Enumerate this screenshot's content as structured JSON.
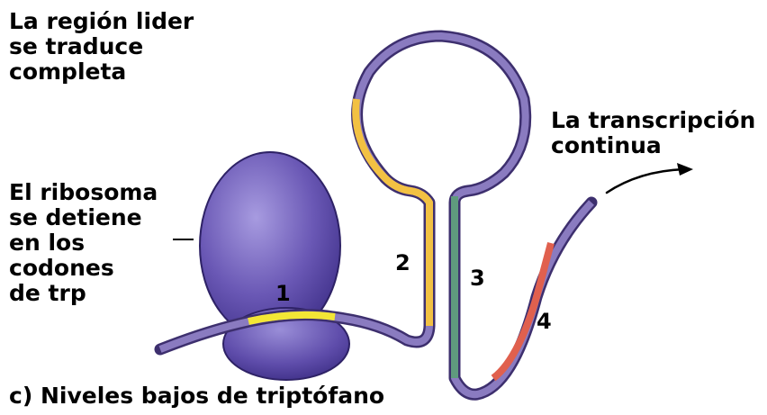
{
  "labels": {
    "leader_region": [
      "La región lider",
      "se traduce",
      "completa"
    ],
    "transcription": [
      "La transcripción",
      "continua"
    ],
    "ribosome": [
      "El ribosoma",
      "se detiene",
      "en los",
      "codones",
      "de trp"
    ]
  },
  "region_numbers": [
    "1",
    "2",
    "3",
    "4"
  ],
  "caption": "c) Niveles bajos de triptófano",
  "colors": {
    "rna_backbone": "#8a7bc0",
    "rna_outline": "#3d2f6e",
    "region1": "#f3e635",
    "region2": "#f2c143",
    "region3": "#5f9a7e",
    "region4": "#e0604e",
    "ribosome": "#5b4aa6",
    "text": "#000000"
  }
}
